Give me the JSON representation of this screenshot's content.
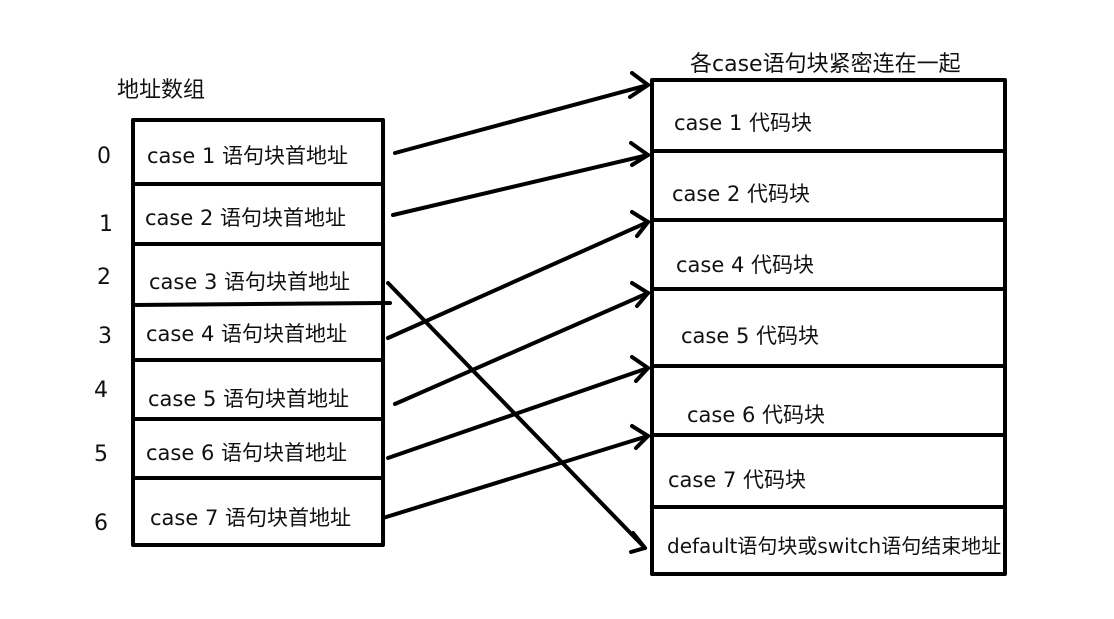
{
  "left_title": "地址数组",
  "right_title": "各case语句块紧密连在一起",
  "indices": [
    "0",
    "1",
    "2",
    "3",
    "4",
    "5",
    "6"
  ],
  "left_cells": [
    "case 1 语句块首地址",
    "case 2 语句块首地址",
    "case 3 语句块首地址",
    "case 4 语句块首地址",
    "case 5 语句块首地址",
    "case 6 语句块首地址",
    "case 7 语句块首地址"
  ],
  "right_cells": [
    "case 1 代码块",
    "case 2 代码块",
    "case 4 代码块",
    "case 5 代码块",
    "case 6 代码块",
    "case 7 代码块",
    "default语句块或switch语句结束地址"
  ]
}
